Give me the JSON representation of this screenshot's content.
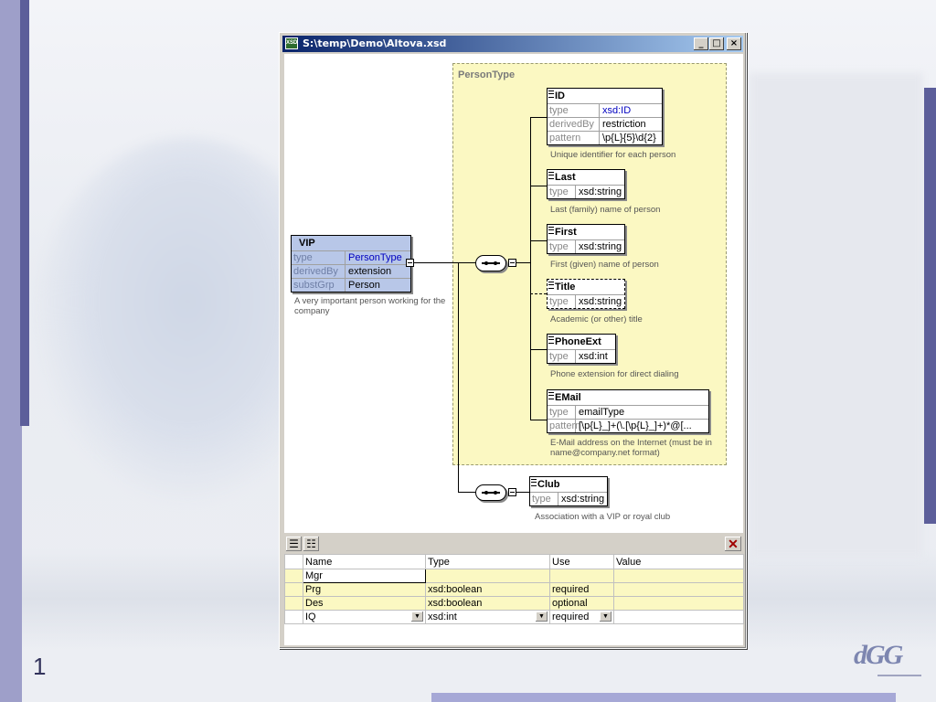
{
  "slide": {
    "number": "1",
    "logo_text": "dGG"
  },
  "window": {
    "title": "S:\\temp\\Demo\\Altova.xsd",
    "icon_label": "XSD",
    "buttons": {
      "minimize": "_",
      "maximize": "□",
      "close": "×"
    }
  },
  "diagram": {
    "container_label": "PersonType",
    "vip": {
      "name": "VIP",
      "rows": [
        {
          "key": "type",
          "value": "PersonType"
        },
        {
          "key": "derivedBy",
          "value": "extension"
        },
        {
          "key": "substGrp",
          "value": "Person"
        }
      ],
      "description": "A very important person working for the company"
    },
    "elements": [
      {
        "name": "ID",
        "rows": [
          {
            "key": "type",
            "value": "xsd:ID"
          },
          {
            "key": "derivedBy",
            "value": "restriction"
          },
          {
            "key": "pattern",
            "value": "\\p{L}{5}\\d{2}"
          }
        ],
        "description": "Unique identifier for each person"
      },
      {
        "name": "Last",
        "rows": [
          {
            "key": "type",
            "value": "xsd:string"
          }
        ],
        "description": "Last (family) name of person"
      },
      {
        "name": "First",
        "rows": [
          {
            "key": "type",
            "value": "xsd:string"
          }
        ],
        "description": "First (given) name of person"
      },
      {
        "name": "Title",
        "rows": [
          {
            "key": "type",
            "value": "xsd:string"
          }
        ],
        "description": "Academic (or other) title"
      },
      {
        "name": "PhoneExt",
        "rows": [
          {
            "key": "type",
            "value": "xsd:int"
          }
        ],
        "description": "Phone extension for direct dialing"
      },
      {
        "name": "EMail",
        "rows": [
          {
            "key": "type",
            "value": "emailType"
          },
          {
            "key": "pattern",
            "value": "[\\p{L}_]+(\\.[\\p{L}_]+)*@[..."
          }
        ],
        "description": "E-Mail address on the Internet (must be in name@company.net format)"
      }
    ],
    "club": {
      "name": "Club",
      "rows": [
        {
          "key": "type",
          "value": "xsd:string"
        }
      ],
      "description": "Association with a VIP or royal club"
    }
  },
  "attributes_panel": {
    "columns": [
      "Name",
      "Type",
      "Use",
      "Value"
    ],
    "rows": [
      {
        "name": "Mgr",
        "type": "",
        "use": "",
        "value": ""
      },
      {
        "name": "Prg",
        "type": "xsd:boolean",
        "use": "required",
        "value": ""
      },
      {
        "name": "Des",
        "type": "xsd:boolean",
        "use": "optional",
        "value": ""
      },
      {
        "name": "IQ",
        "type": "xsd:int",
        "use": "required",
        "value": ""
      }
    ],
    "close_label": "✕"
  },
  "colors": {
    "titlebar": "#0a246a",
    "persontype_bg": "#fbf8c2",
    "vip_bg": "#b8c7e8",
    "slide_accent": "#5c5e9a"
  }
}
